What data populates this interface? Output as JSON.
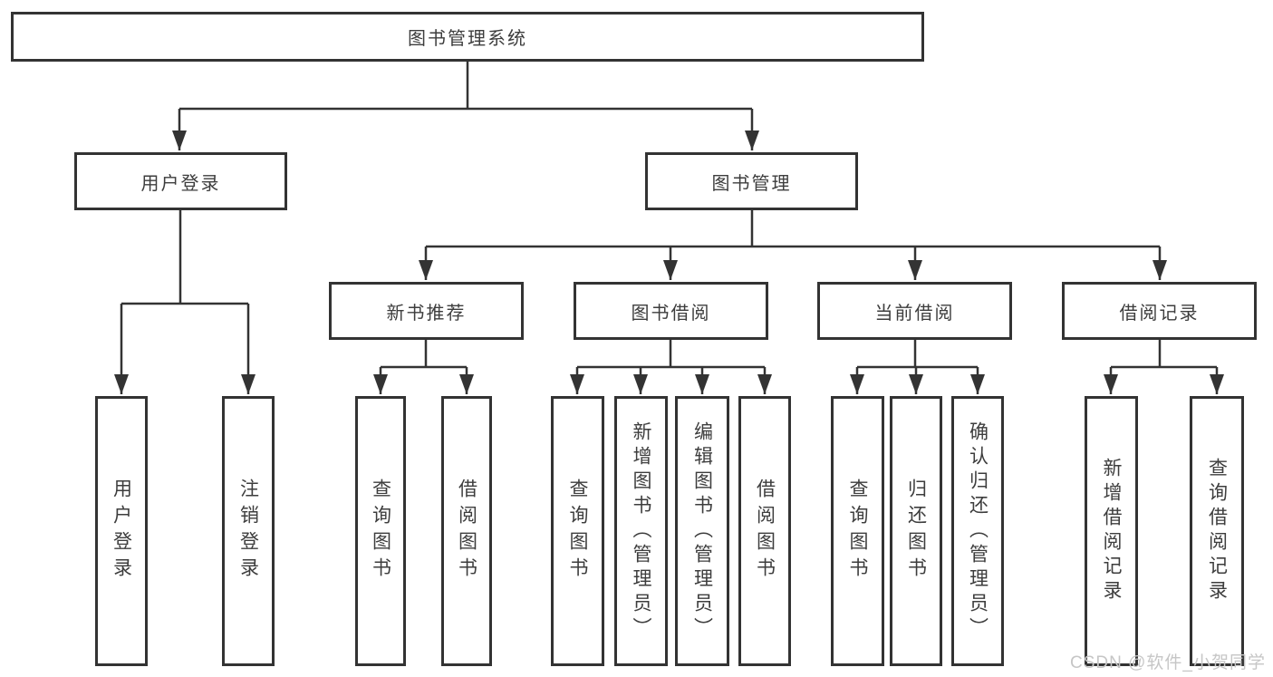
{
  "colors": {
    "line": "#333333",
    "box_border": "#333333",
    "text": "#3d3d3d",
    "watermark": "#c6c6c6",
    "background": "#ffffff"
  },
  "watermark": "CSDN @软件_小贺同学",
  "tree": {
    "root": "图书管理系统",
    "level2": [
      {
        "label": "用户登录",
        "leaves": [
          "用户登录",
          "注销登录"
        ]
      },
      {
        "label": "图书管理",
        "groups": [
          {
            "label": "新书推荐",
            "leaves": [
              "查询图书",
              "借阅图书"
            ]
          },
          {
            "label": "图书借阅",
            "leaves": [
              "查询图书",
              "新增图书（管理员）",
              "编辑图书（管理员）",
              "借阅图书"
            ]
          },
          {
            "label": "当前借阅",
            "leaves": [
              "查询图书",
              "归还图书",
              "确认归还（管理员）"
            ]
          },
          {
            "label": "借阅记录",
            "leaves": [
              "新增借阅记录",
              "查询借阅记录"
            ]
          }
        ]
      }
    ]
  }
}
